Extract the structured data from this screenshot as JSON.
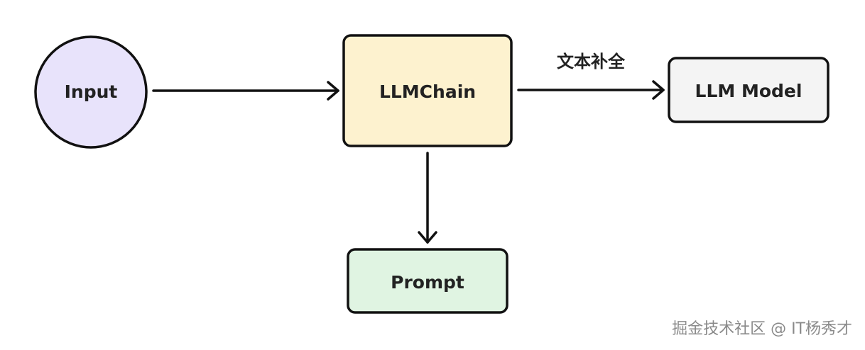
{
  "diagram": {
    "nodes": {
      "input": {
        "label": "Input",
        "fill": "#e8e3fb",
        "stroke": "#111111"
      },
      "llmchain": {
        "label": "LLMChain",
        "fill": "#fdf2cf",
        "stroke": "#111111"
      },
      "llm_model": {
        "label": "LLM Model",
        "fill": "#f4f4f4",
        "stroke": "#111111"
      },
      "prompt": {
        "label": "Prompt",
        "fill": "#e0f4e2",
        "stroke": "#111111"
      }
    },
    "edges": {
      "input_to_llmchain": {
        "from": "Input",
        "to": "LLMChain"
      },
      "llmchain_to_llm_model": {
        "from": "LLMChain",
        "to": "LLM Model",
        "label": "文本补全"
      },
      "llmchain_to_prompt": {
        "from": "LLMChain",
        "to": "Prompt"
      }
    }
  },
  "watermark": "掘金技术社区 @ IT杨秀才"
}
